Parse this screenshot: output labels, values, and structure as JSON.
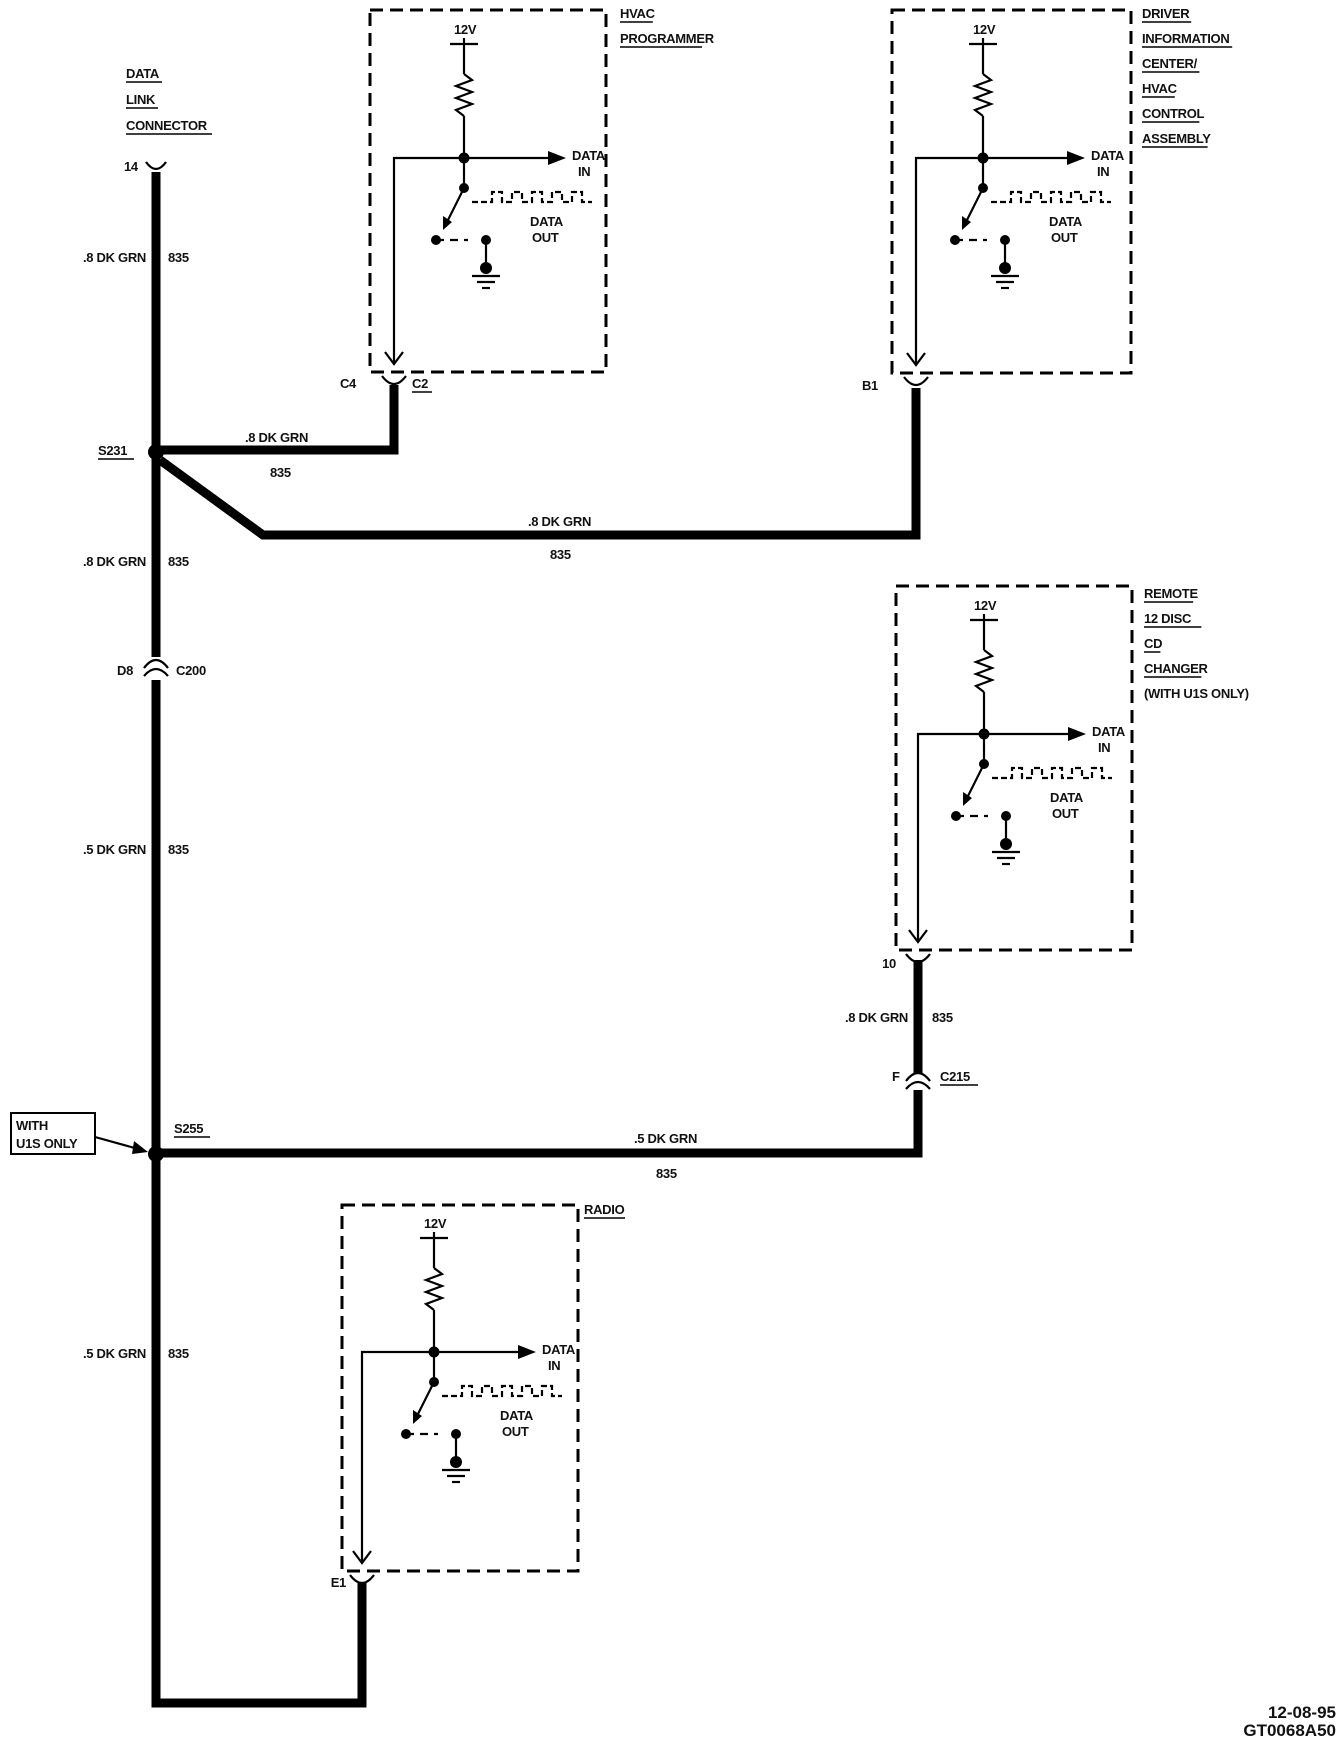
{
  "data_link_connector": {
    "label_lines": [
      "DATA",
      "LINK",
      "CONNECTOR"
    ],
    "pin": "14"
  },
  "modules": [
    {
      "id": "hvac",
      "name_lines": [
        "HVAC",
        "PROGRAMMER"
      ],
      "supply": "12V",
      "data_in": [
        "DATA",
        "IN"
      ],
      "data_out": [
        "DATA",
        "OUT"
      ],
      "pin": "C4",
      "connector": "C2"
    },
    {
      "id": "dic",
      "name_lines": [
        "DRIVER",
        "INFORMATION",
        "CENTER/",
        "HVAC",
        "CONTROL",
        "ASSEMBLY"
      ],
      "supply": "12V",
      "data_in": [
        "DATA",
        "IN"
      ],
      "data_out": [
        "DATA",
        "OUT"
      ],
      "pin": "B1",
      "connector": ""
    },
    {
      "id": "cd",
      "name_lines": [
        "REMOTE",
        "12 DISC",
        "CD",
        "CHANGER",
        "(WITH U1S ONLY)"
      ],
      "supply": "12V",
      "data_in": [
        "DATA",
        "IN"
      ],
      "data_out": [
        "DATA",
        "OUT"
      ],
      "pin": "10",
      "connector": ""
    },
    {
      "id": "radio",
      "name_lines": [
        "RADIO"
      ],
      "supply": "12V",
      "data_in": [
        "DATA",
        "IN"
      ],
      "data_out": [
        "DATA",
        "OUT"
      ],
      "pin": "E1",
      "connector": ""
    }
  ],
  "splices": {
    "s231": "S231",
    "s255": "S255"
  },
  "connectors": {
    "c200": {
      "pin": "D8",
      "name": "C200"
    },
    "c215": {
      "pin": "F",
      "name": "C215"
    }
  },
  "wires": {
    "dlc_to_s231": {
      "size_color": ".8 DK GRN",
      "circuit": "835"
    },
    "s231_to_hvac": {
      "size_color": ".8 DK GRN",
      "circuit": "835"
    },
    "s231_to_dic": {
      "size_color": ".8 DK GRN",
      "circuit": "835"
    },
    "s231_to_c200": {
      "size_color": ".8 DK GRN",
      "circuit": "835"
    },
    "c200_to_s255": {
      "size_color": ".5 DK GRN",
      "circuit": "835"
    },
    "cd_to_c215": {
      "size_color": ".8 DK GRN",
      "circuit": "835"
    },
    "s255_to_c215": {
      "size_color": ".5 DK GRN",
      "circuit": "835"
    },
    "s255_to_radio": {
      "size_color": ".5 DK GRN",
      "circuit": "835"
    }
  },
  "note": {
    "lines": [
      "WITH",
      "U1S ONLY"
    ]
  },
  "footer": {
    "date": "12-08-95",
    "code": "GT0068A50"
  }
}
